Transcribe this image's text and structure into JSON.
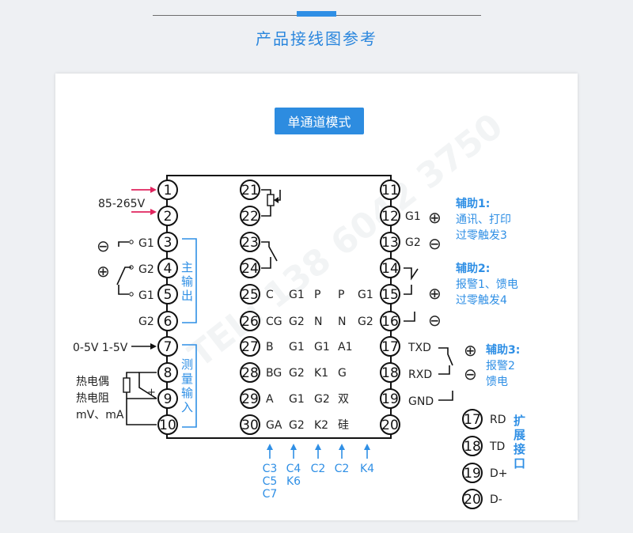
{
  "header": {
    "title": "产品接线图参考"
  },
  "mode_button": "单通道模式",
  "watermark": "TEL: 138 6042 3750",
  "left_labels": {
    "power": "85-265V",
    "g1": "G1",
    "g2": "G2",
    "g1b": "G1",
    "g2b": "G2",
    "minus_sym": "⊖",
    "plus_sym": "⊕",
    "voltage_in": "0-5V  1-5V",
    "plus_small": "+",
    "sensor_1": "热电偶",
    "sensor_2": "热电阻",
    "sensor_3": "mV、mA"
  },
  "bracket_main_output": [
    "主",
    "输",
    "出"
  ],
  "bracket_measure_input": [
    "测",
    "量",
    "输",
    "入"
  ],
  "columns": {
    "c1": [
      "C",
      "CG",
      "B",
      "BG",
      "A",
      "GA"
    ],
    "c2": [
      "G1",
      "G2",
      "G1",
      "G2",
      "G1",
      "G2"
    ],
    "c3": [
      "P",
      "N",
      "G1",
      "K1",
      "G2",
      "K2"
    ],
    "c4": [
      "P",
      "N",
      "A1",
      "G",
      "双",
      "硅"
    ],
    "c5": [
      "G1",
      "G2"
    ]
  },
  "bottom_labels": [
    [
      "C3",
      "C5",
      "C7"
    ],
    [
      "C4",
      "K6"
    ],
    [
      "C2"
    ],
    [
      "C2"
    ],
    [
      "K4"
    ]
  ],
  "right_labels": {
    "g1": "G1",
    "g2": "G2",
    "txd": "TXD",
    "rxd": "RXD",
    "gnd": "GND",
    "aux1_title": "辅助1:",
    "aux1_line1": "通讯、打印",
    "aux1_line2": "过零触发3",
    "aux2_title": "辅助2:",
    "aux2_line1": "报警1、馈电",
    "aux2_line2": "过零触发4",
    "aux3_title": "辅助3:",
    "aux3_line1": "报警2",
    "aux3_line2": "馈电"
  },
  "expansion": {
    "pins": [
      {
        "num": "17",
        "label": "RD"
      },
      {
        "num": "18",
        "label": "TD"
      },
      {
        "num": "19",
        "label": "D+"
      },
      {
        "num": "20",
        "label": "D-"
      }
    ],
    "title_chars": [
      "扩",
      "展",
      "接",
      "口"
    ]
  },
  "terminals_left": [
    "1",
    "2",
    "3",
    "4",
    "5",
    "6",
    "7",
    "8",
    "9",
    "10"
  ],
  "terminals_mid": [
    "21",
    "22",
    "23",
    "24",
    "25",
    "26",
    "27",
    "28",
    "29",
    "30"
  ],
  "terminals_right": [
    "11",
    "12",
    "13",
    "14",
    "15",
    "16",
    "17",
    "18",
    "19",
    "20"
  ],
  "colors": {
    "accent": "#2f8fe5",
    "arrow_red": "#e0245e",
    "line": "#111111",
    "background": "#eef0f3"
  }
}
